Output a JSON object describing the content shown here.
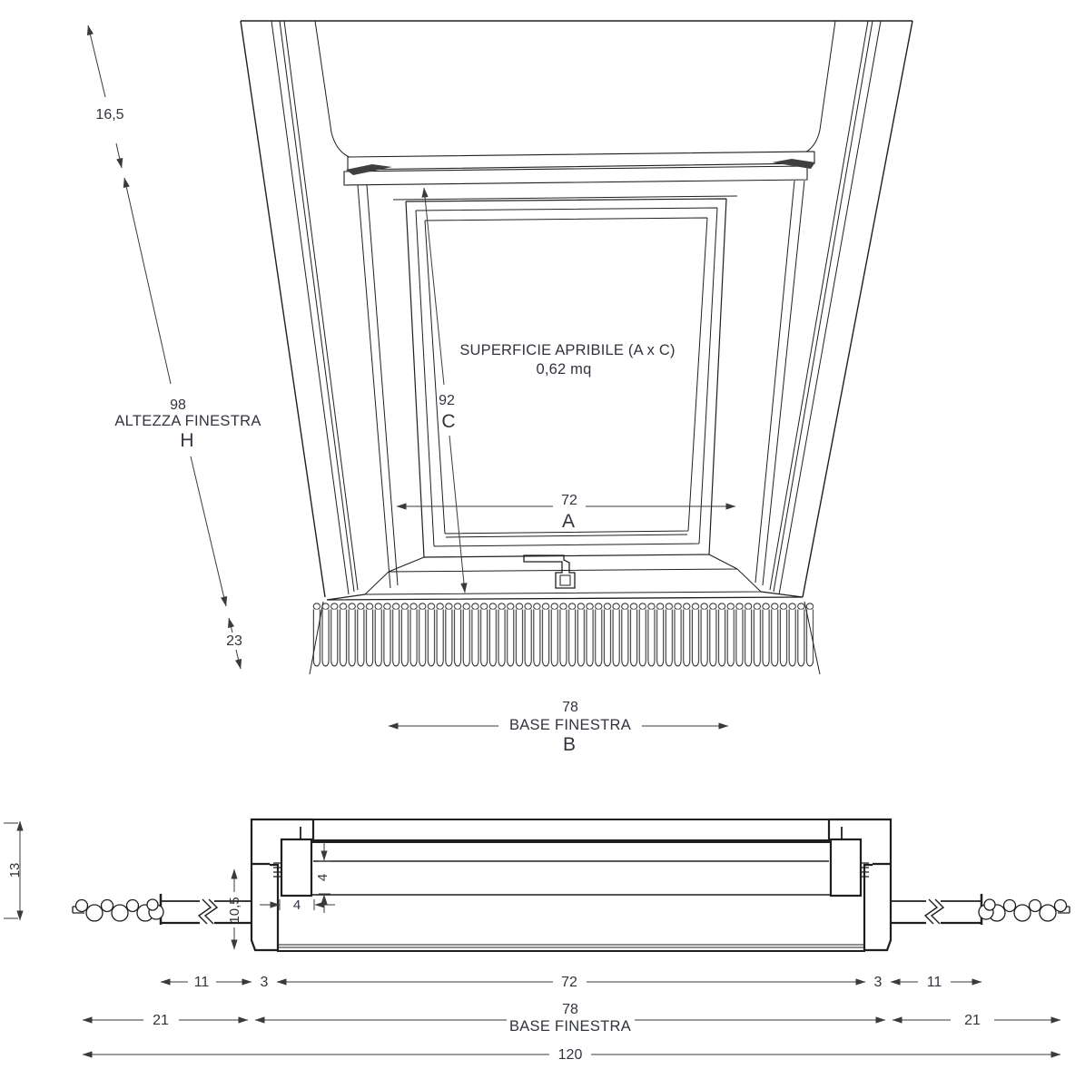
{
  "front_view": {
    "roof_offset_top": "16,5",
    "height": {
      "value": "98",
      "label": "ALTEZZA FINESTRA",
      "letter": "H"
    },
    "roof_offset_bottom": "23",
    "opening_surface": {
      "line1": "SUPERFICIE APRIBILE (A x C)",
      "line2": "0,62 mq"
    },
    "opening_height": {
      "value": "92",
      "letter": "C"
    },
    "opening_width": {
      "value": "72",
      "letter": "A"
    },
    "base": {
      "value": "78",
      "label": "BASE FINESTRA",
      "letter": "B"
    }
  },
  "section_view": {
    "total_height": "13",
    "frame_height": "10,5",
    "sash_thickness": "4",
    "sash_inset": "4",
    "flashing_left": "11",
    "gap_left": "3",
    "opening_width": "72",
    "gap_right": "3",
    "flashing_right": "11",
    "overhang_left": "21",
    "base": {
      "value": "78",
      "label": "BASE FINESTRA"
    },
    "overhang_right": "21",
    "total_width": "120"
  },
  "colors": {
    "line": "#1f1f1f",
    "dim": "#3a3a3a",
    "text": "#31343d",
    "wedge": "#3f3f3f"
  }
}
